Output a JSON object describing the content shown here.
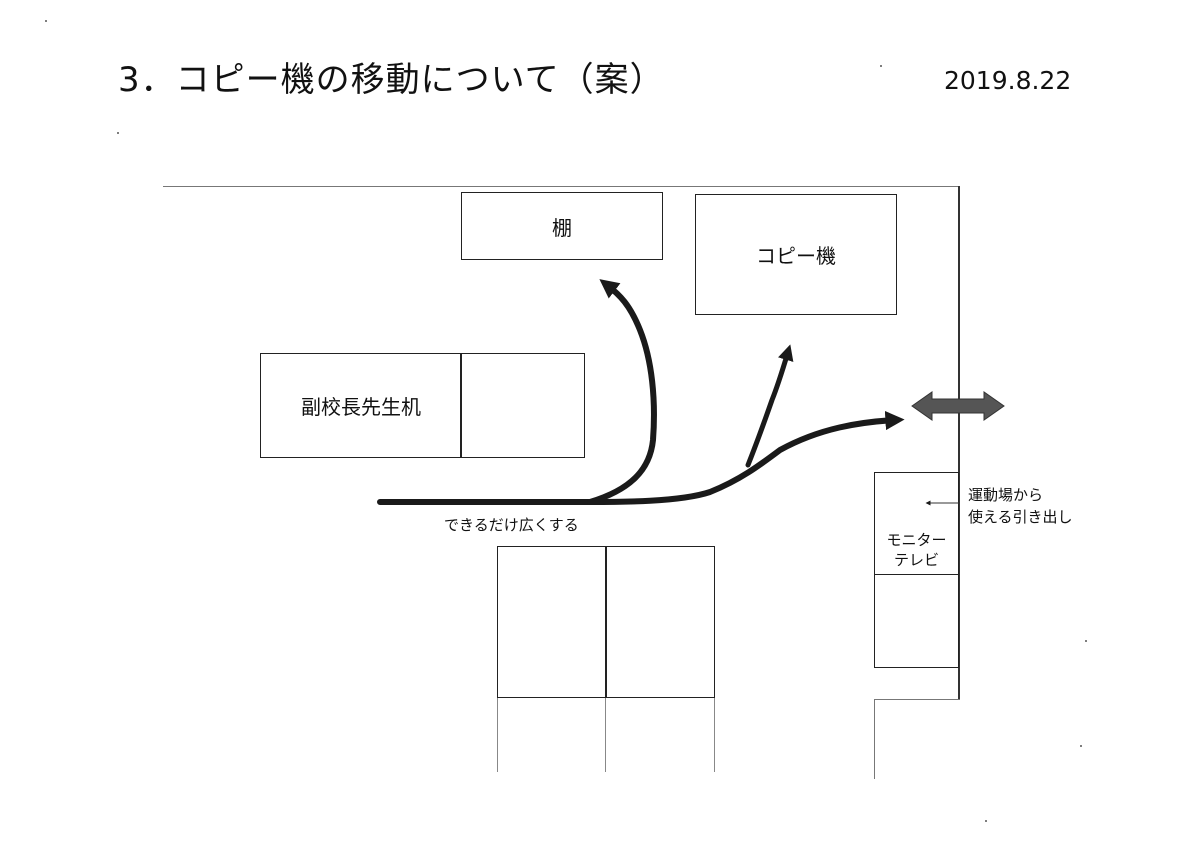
{
  "header": {
    "title": "3．コピー機の移動について（案）",
    "date": "2019.8.22"
  },
  "room": {
    "shelf_label": "棚",
    "copier_label": "コピー機",
    "vice_principal_desk_label": "副校長先生机",
    "monitor_tv_label_line1": "モニター",
    "monitor_tv_label_line2": "テレビ"
  },
  "annotations": {
    "widen_path": "できるだけ広くする",
    "drawer_line1": "運動場から",
    "drawer_line2": "使える引き出し"
  },
  "colors": {
    "line": "#222222",
    "arrow": "#1a1a1a",
    "double_arrow_fill": "#555555"
  }
}
